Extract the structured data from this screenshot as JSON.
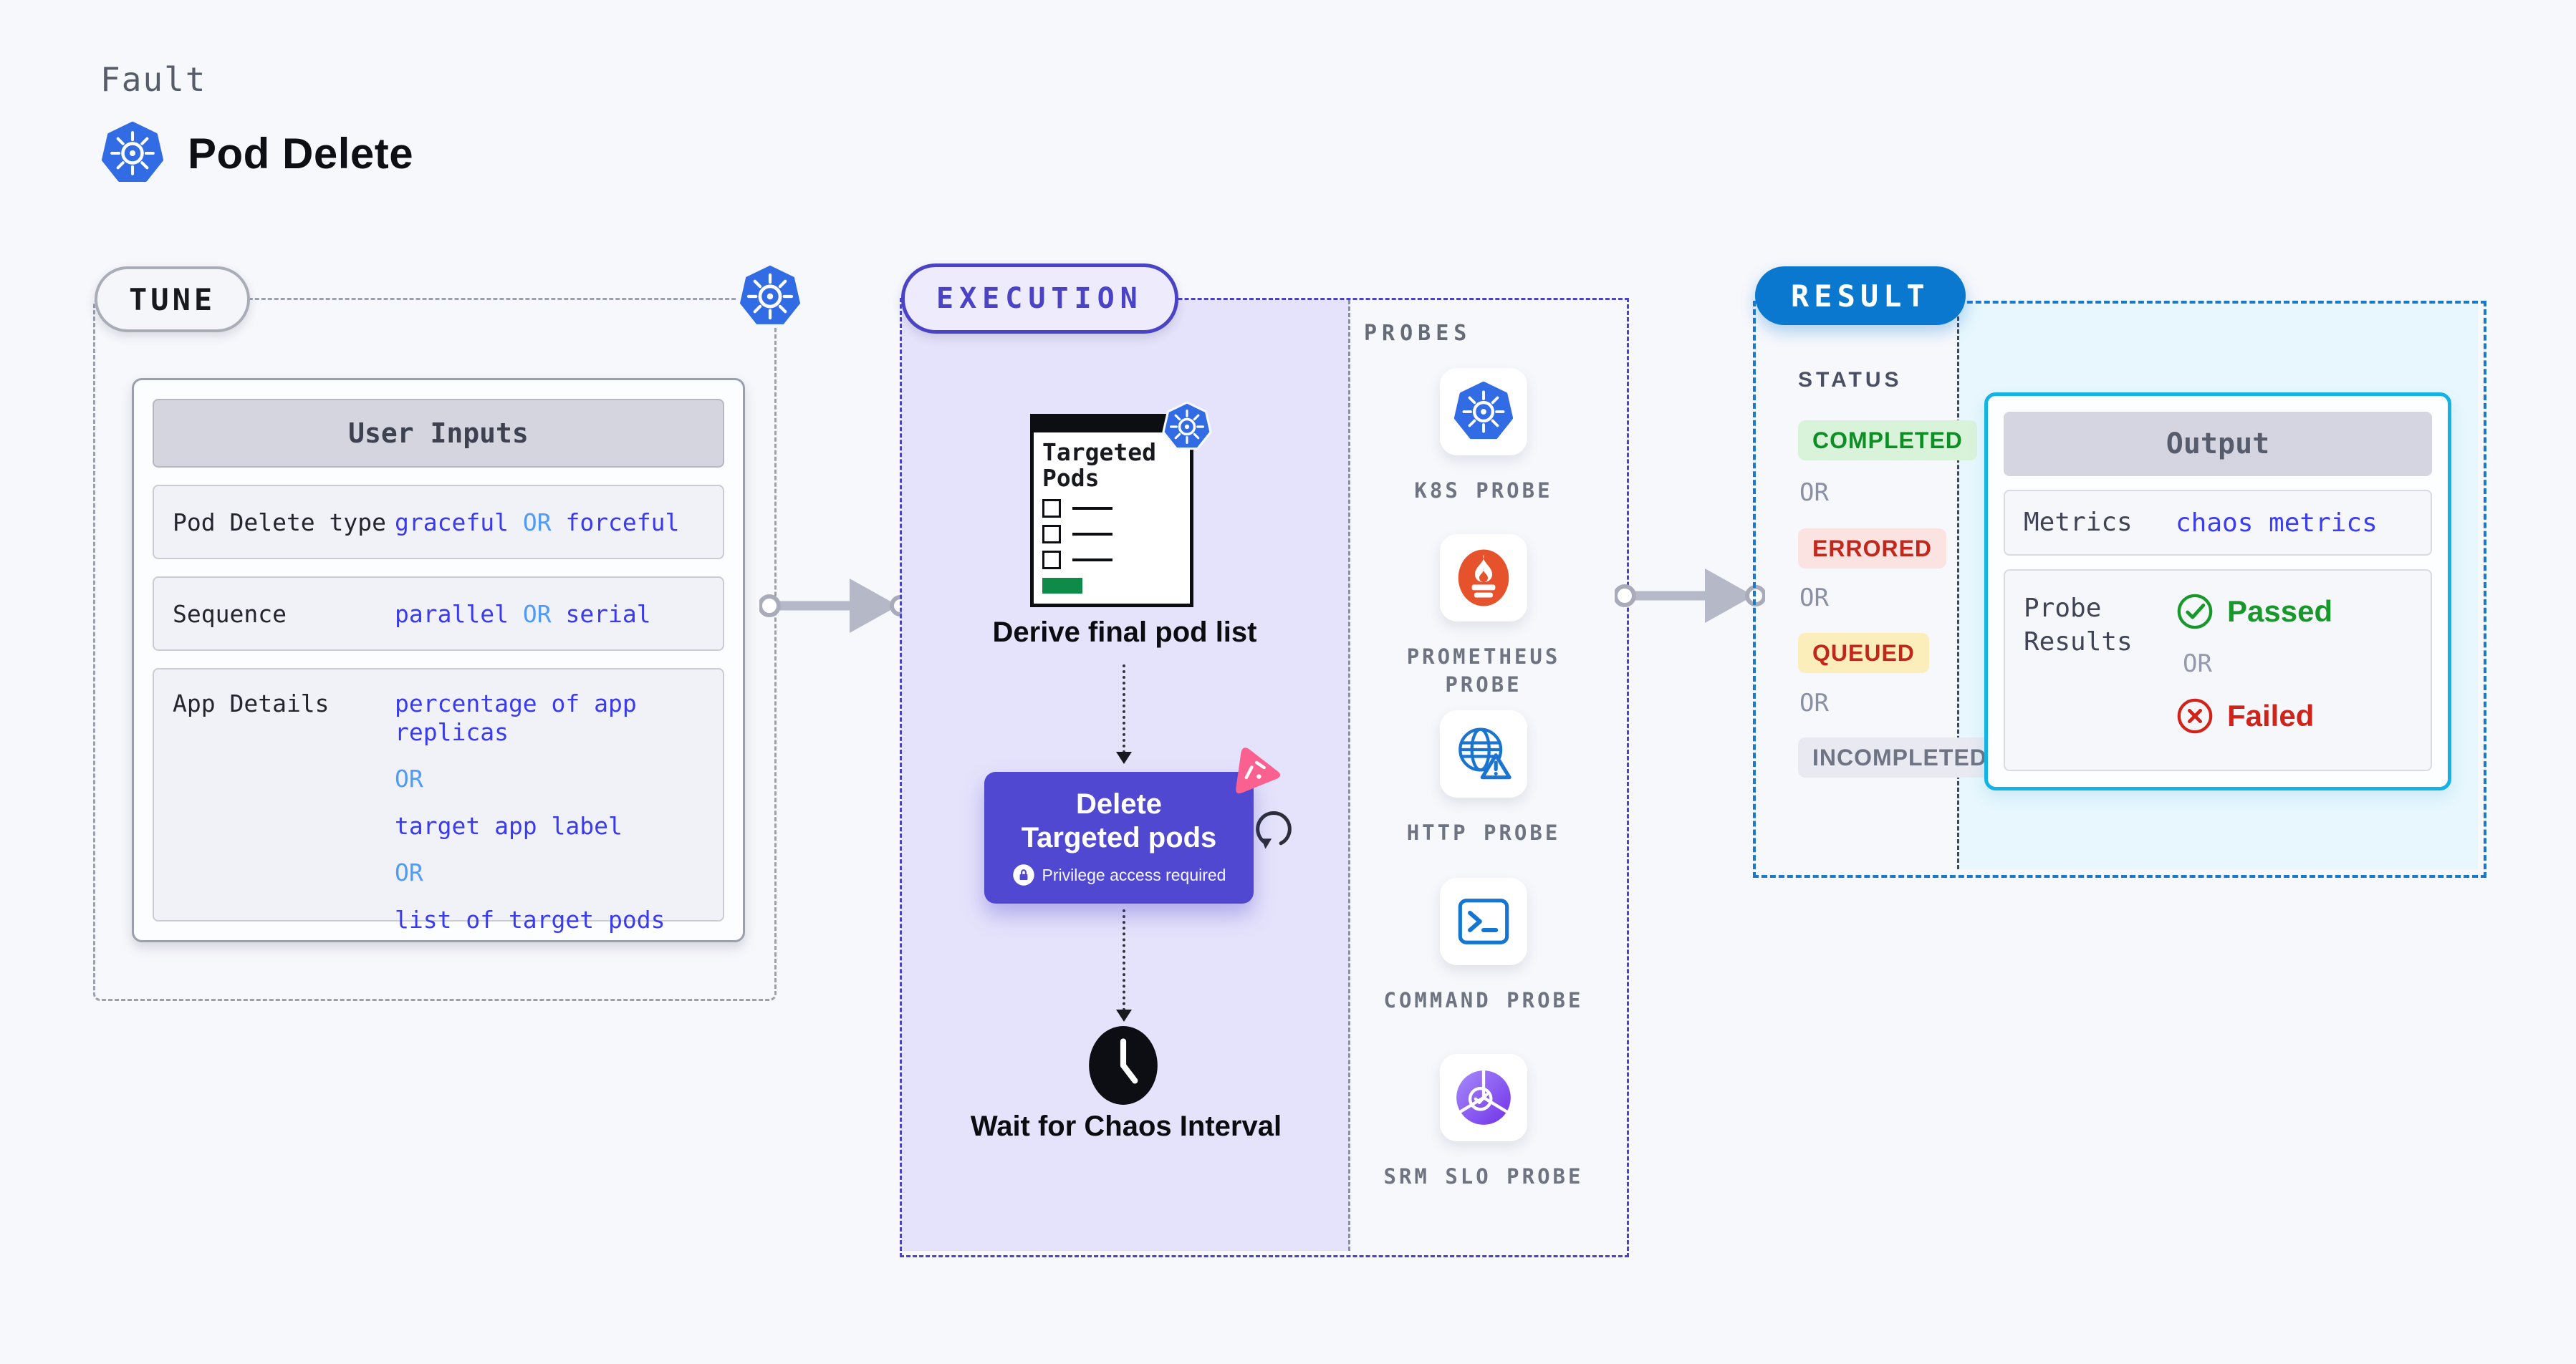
{
  "header": {
    "kicker": "Fault",
    "title": "Pod Delete"
  },
  "tune": {
    "badge": "TUNE",
    "user_inputs": {
      "title": "User Inputs",
      "rows": [
        {
          "label": "Pod Delete type",
          "v1": "graceful",
          "or": "OR",
          "v2": "forceful"
        },
        {
          "label": "Sequence",
          "v1": "parallel",
          "or": "OR",
          "v2": "serial"
        }
      ],
      "app_details": {
        "label": "App Details",
        "opt1": "percentage of app replicas",
        "or1": "OR",
        "opt2": "target app label",
        "or2": "OR",
        "opt3": "list of target pods"
      }
    }
  },
  "execution": {
    "badge": "EXECUTION",
    "doc_title": "Targeted Pods",
    "step_derive": "Derive final pod list",
    "delete_button": {
      "label": "Delete Targeted pods",
      "note": "Privilege access required"
    },
    "step_wait": "Wait for Chaos Interval",
    "probes": {
      "title": "PROBES",
      "items": [
        {
          "label": "K8S PROBE",
          "icon": "kubernetes-icon"
        },
        {
          "label": "PROMETHEUS PROBE",
          "icon": "prometheus-flame-icon"
        },
        {
          "label": "HTTP PROBE",
          "icon": "globe-warning-icon"
        },
        {
          "label": "COMMAND PROBE",
          "icon": "terminal-icon"
        },
        {
          "label": "SRM SLO PROBE",
          "icon": "slo-gauge-check-icon"
        }
      ]
    }
  },
  "result": {
    "badge": "RESULT",
    "status": {
      "title": "STATUS",
      "or": "OR",
      "completed": "COMPLETED",
      "errored": "ERRORED",
      "queued": "QUEUED",
      "incompleted": "INCOMPLETED"
    },
    "output": {
      "title": "Output",
      "metrics_label": "Metrics",
      "metrics_value": "chaos metrics",
      "probe_results_label": "Probe Results",
      "passed": "Passed",
      "or": "OR",
      "failed": "Failed"
    }
  },
  "colors": {
    "kubernetes_blue": "#326CE5",
    "execution_indigo": "#4b43c5",
    "button_indigo": "#5048d0",
    "lavender_bg": "#e5e3fb",
    "result_blue": "#0b78d0",
    "output_cyan_border": "#14b3e6",
    "cyan_bg": "#e7f7fd",
    "value_blue": "#3a3aee",
    "or_light_blue": "#4f9bf6",
    "passed_green": "#18982a",
    "failed_red": "#d0241b",
    "completed_green": "#0e8f25",
    "errored_red": "#c1271b",
    "queued_bg": "#fceebb",
    "incompleted_grey": "#6f7484",
    "prometheus_orange": "#e6522c",
    "chaos_pink": "#fb6190",
    "doc_green": "#0e8a49"
  }
}
